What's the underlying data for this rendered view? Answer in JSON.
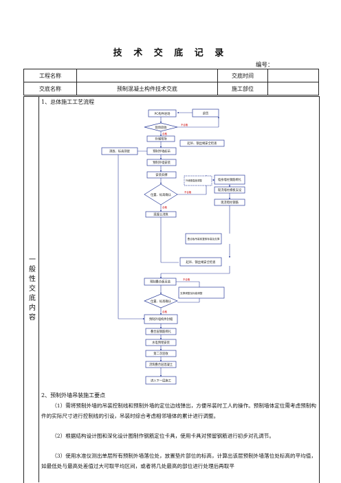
{
  "title": "技 术 交 底 记 录",
  "doc_no_label": "编号：",
  "header": {
    "project_name_label": "工程名称",
    "project_name_value": "",
    "handover_time_label": "交底时间",
    "handover_time_value": "",
    "handover_name_label": "交底名称",
    "handover_name_value": "预制混凝土构件技术交底",
    "construction_part_label": "施工部位",
    "construction_part_value": ""
  },
  "side_label": "一般性交底内容",
  "section1_title": "1、总体施工工艺流程",
  "flow": {
    "start": "PC构件进场",
    "recheck": "退货",
    "inspect": "现场验收",
    "store": "存储堆场",
    "layout": "测放、标高测定",
    "hoist_prep": "预制外墙起吊",
    "check1": "起吊、钢丝绳安全检查",
    "install": "预制外墙安装",
    "anchor": "安装斜撑",
    "level": "位置、标高确认",
    "adjust_note": "外墙垂直度调整",
    "fix": "混凝土浇筑",
    "right1": "墙身墙柱钢筋绑扎",
    "right2": "现浇墙柱模板支设",
    "right3": "现浇暗柱钢筋",
    "slab_note": "叠合板吊装前复核标高及支撑",
    "check2": "起吊、钢丝绳安全检查",
    "slab": "预制叠合板吊装",
    "level2": "位置、标高确认",
    "adjust_note2": "支撑调整及标高调整",
    "slab_rebar": "预制外墙构件封缝",
    "a1": "叠合层钢筋绑扎",
    "a2": "水电预埋安装",
    "a3": "第二次验收",
    "a4": "浇筑叠合层混凝土",
    "a5": "进入下一层施工",
    "fail": "不合格",
    "pass": "合格"
  },
  "section2_title": "2、预制外墙吊装施工要点",
  "paragraphs": [
    "（1）需将预制外墙的吊装控制线和预制外墙的定位边线弹出，方便吊装时工人的操作。预制墙体定位需考虑预制构件的实际尺寸进行控制线的引设，吊装时综合考虑相邻墙体的累计进行调整。",
    "（2）根据结构设计图和深化设计图制作钢筋定位卡具，使用卡具对预留钢筋进行初步对孔调节。",
    "（3）使用水准仪测出单层所有预制外墙落位处，放置垫片部位的标高，计算出该层预制外墙落位处标高的平均值，如最低处与最高处差值过大可取平均区间，或者将几处最高的部位进行处理后再取平"
  ]
}
